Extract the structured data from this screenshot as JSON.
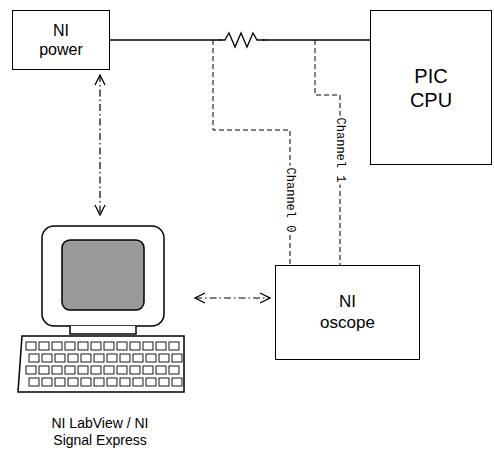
{
  "diagram": {
    "nodes": [
      {
        "text": [
          "NI power"
        ]
      },
      {
        "text": [
          "PIC CPU"
        ]
      },
      {
        "text": [
          "NI LabView / NI Signal Express"
        ]
      },
      {
        "text": [
          "NI oscope"
        ]
      }
    ],
    "edges": [
      {
        "from": 0,
        "to": 1,
        "arrow": "none"
      },
      {
        "from": 0,
        "to": 2,
        "arrow": "both"
      },
      {
        "from": 2,
        "to": 3,
        "arrow": "both"
      }
    ],
    "labels": [
      "Channel 0",
      "Channel 1"
    ]
  }
}
